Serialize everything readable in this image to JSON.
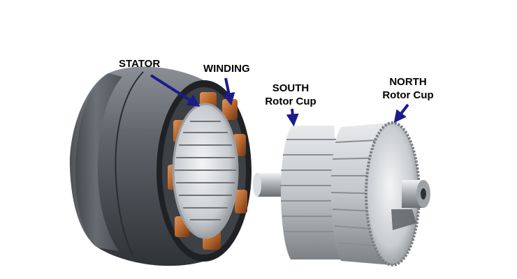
{
  "labels": {
    "stator": "STATOR",
    "winding": "WINDING",
    "south_line1": "SOUTH",
    "south_line2": "Rotor Cup",
    "north_line1": "NORTH",
    "north_line2": "Rotor Cup"
  },
  "colors": {
    "arrow": "#1b1b8c",
    "winding_copper": "#b5652b",
    "stator_body": "#555a60",
    "rotor_metal": "#c9ccd0"
  },
  "icons": [
    "stator-icon",
    "winding-icon",
    "rotor-cup-icon",
    "shaft-icon",
    "arrow-icon"
  ]
}
